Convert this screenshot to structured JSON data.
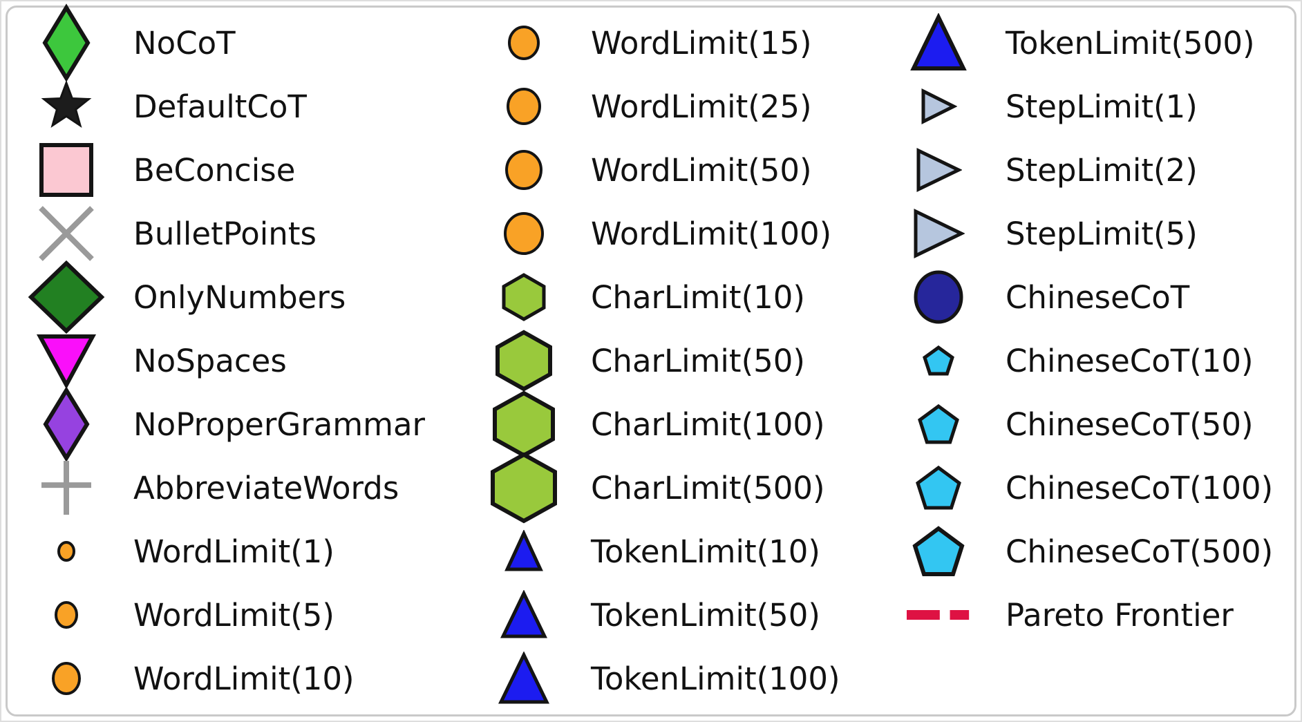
{
  "chart_data": {
    "type": "scatter",
    "note": "standalone legend panel of a scatter plot; no axes or data points visible",
    "legend_position": "standalone",
    "legend_entries": [
      "NoCoT",
      "DefaultCoT",
      "BeConcise",
      "BulletPoints",
      "OnlyNumbers",
      "NoSpaces",
      "NoProperGrammar",
      "AbbreviateWords",
      "WordLimit(1)",
      "WordLimit(5)",
      "WordLimit(10)",
      "WordLimit(15)",
      "WordLimit(25)",
      "WordLimit(50)",
      "WordLimit(100)",
      "CharLimit(10)",
      "CharLimit(50)",
      "CharLimit(100)",
      "CharLimit(500)",
      "TokenLimit(10)",
      "TokenLimit(50)",
      "TokenLimit(100)",
      "TokenLimit(500)",
      "StepLimit(1)",
      "StepLimit(2)",
      "StepLimit(5)",
      "ChineseCoT",
      "ChineseCoT(10)",
      "ChineseCoT(50)",
      "ChineseCoT(100)",
      "ChineseCoT(500)",
      "Pareto Frontier"
    ]
  },
  "colors": {
    "page_background": "#ffffff",
    "box_border": "#c9c9c9",
    "text": "#111111",
    "marker_edge": "#141414",
    "green": "#3dc73d",
    "black_star": "#1c1c1c",
    "pink": "#fbc8d2",
    "gray": "#9a9a9a",
    "forest_green": "#228022",
    "magenta": "#fa0ffa",
    "purple": "#9642e0",
    "orange": "#f9a226",
    "yellow_green": "#99c93c",
    "blue": "#1c1cf0",
    "light_steel_blue": "#b6c6de",
    "navy": "#26269b",
    "cyan": "#33c6f2",
    "crimson": "#de1243"
  },
  "legend": {
    "columns": [
      {
        "items": [
          {
            "label": "NoCoT",
            "shape": "thin-diamond",
            "fill": "#3dc73d",
            "sw": 6,
            "w": 62,
            "h": 102
          },
          {
            "label": "DefaultCoT",
            "shape": "star",
            "fill": "#1c1c1c",
            "sw": 3,
            "w": 72,
            "h": 68
          },
          {
            "label": "BeConcise",
            "shape": "square",
            "fill": "#fbc8d2",
            "sw": 6,
            "w": 72,
            "h": 72
          },
          {
            "label": "BulletPoints",
            "shape": "x",
            "fill": "#9a9a9a",
            "sw": 8,
            "w": 74,
            "h": 74
          },
          {
            "label": "OnlyNumbers",
            "shape": "diamond",
            "fill": "#228022",
            "sw": 6,
            "w": 102,
            "h": 98
          },
          {
            "label": "NoSpaces",
            "shape": "triangle-down",
            "fill": "#fa0ffa",
            "sw": 6,
            "w": 76,
            "h": 70
          },
          {
            "label": "NoProperGrammar",
            "shape": "thin-diamond",
            "fill": "#9642e0",
            "sw": 6,
            "w": 60,
            "h": 98
          },
          {
            "label": "AbbreviateWords",
            "shape": "plus",
            "fill": "#9a9a9a",
            "sw": 8,
            "w": 72,
            "h": 78
          },
          {
            "label": "WordLimit(1)",
            "shape": "circle",
            "fill": "#f9a226",
            "sw": 4,
            "w": 22,
            "h": 26
          },
          {
            "label": "WordLimit(5)",
            "shape": "circle",
            "fill": "#f9a226",
            "sw": 4,
            "w": 30,
            "h": 36
          },
          {
            "label": "WordLimit(10)",
            "shape": "circle",
            "fill": "#f9a226",
            "sw": 4,
            "w": 38,
            "h": 44
          }
        ]
      },
      {
        "items": [
          {
            "label": "WordLimit(15)",
            "shape": "circle",
            "fill": "#f9a226",
            "sw": 4,
            "w": 42,
            "h": 46
          },
          {
            "label": "WordLimit(25)",
            "shape": "circle",
            "fill": "#f9a226",
            "sw": 4,
            "w": 46,
            "h": 50
          },
          {
            "label": "WordLimit(50)",
            "shape": "circle",
            "fill": "#f9a226",
            "sw": 4,
            "w": 50,
            "h": 54
          },
          {
            "label": "WordLimit(100)",
            "shape": "circle",
            "fill": "#f9a226",
            "sw": 4,
            "w": 54,
            "h": 58
          },
          {
            "label": "CharLimit(10)",
            "shape": "hexagon",
            "fill": "#99c93c",
            "sw": 5,
            "w": 58,
            "h": 64
          },
          {
            "label": "CharLimit(50)",
            "shape": "hexagon",
            "fill": "#99c93c",
            "sw": 6,
            "w": 76,
            "h": 82
          },
          {
            "label": "CharLimit(100)",
            "shape": "hexagon",
            "fill": "#99c93c",
            "sw": 6,
            "w": 84,
            "h": 90
          },
          {
            "label": "CharLimit(500)",
            "shape": "hexagon",
            "fill": "#99c93c",
            "sw": 6,
            "w": 90,
            "h": 96
          },
          {
            "label": "TokenLimit(10)",
            "shape": "triangle-up",
            "fill": "#1c1cf0",
            "sw": 5,
            "w": 48,
            "h": 52
          },
          {
            "label": "TokenLimit(50)",
            "shape": "triangle-up",
            "fill": "#1c1cf0",
            "sw": 5,
            "w": 60,
            "h": 62
          },
          {
            "label": "TokenLimit(100)",
            "shape": "triangle-up",
            "fill": "#1c1cf0",
            "sw": 5,
            "w": 66,
            "h": 68
          }
        ]
      },
      {
        "items": [
          {
            "label": "TokenLimit(500)",
            "shape": "triangle-up",
            "fill": "#1c1cf0",
            "sw": 6,
            "w": 72,
            "h": 74
          },
          {
            "label": "StepLimit(1)",
            "shape": "triangle-right",
            "fill": "#b6c6de",
            "sw": 5,
            "w": 44,
            "h": 44
          },
          {
            "label": "StepLimit(2)",
            "shape": "triangle-right",
            "fill": "#b6c6de",
            "sw": 5,
            "w": 58,
            "h": 56
          },
          {
            "label": "StepLimit(5)",
            "shape": "triangle-right",
            "fill": "#b6c6de",
            "sw": 5,
            "w": 66,
            "h": 64
          },
          {
            "label": "ChineseCoT",
            "shape": "circle",
            "fill": "#26269b",
            "sw": 5,
            "w": 66,
            "h": 72
          },
          {
            "label": "ChineseCoT(10)",
            "shape": "pentagon",
            "fill": "#33c6f2",
            "sw": 5,
            "w": 40,
            "h": 38
          },
          {
            "label": "ChineseCoT(50)",
            "shape": "pentagon",
            "fill": "#33c6f2",
            "sw": 5,
            "w": 54,
            "h": 52
          },
          {
            "label": "ChineseCoT(100)",
            "shape": "pentagon",
            "fill": "#33c6f2",
            "sw": 5,
            "w": 60,
            "h": 58
          },
          {
            "label": "ChineseCoT(500)",
            "shape": "pentagon",
            "fill": "#33c6f2",
            "sw": 6,
            "w": 68,
            "h": 66
          },
          {
            "label": "Pareto Frontier",
            "shape": "dashes",
            "fill": "#de1243",
            "sw": 0,
            "w": 92,
            "h": 14
          }
        ]
      }
    ]
  }
}
